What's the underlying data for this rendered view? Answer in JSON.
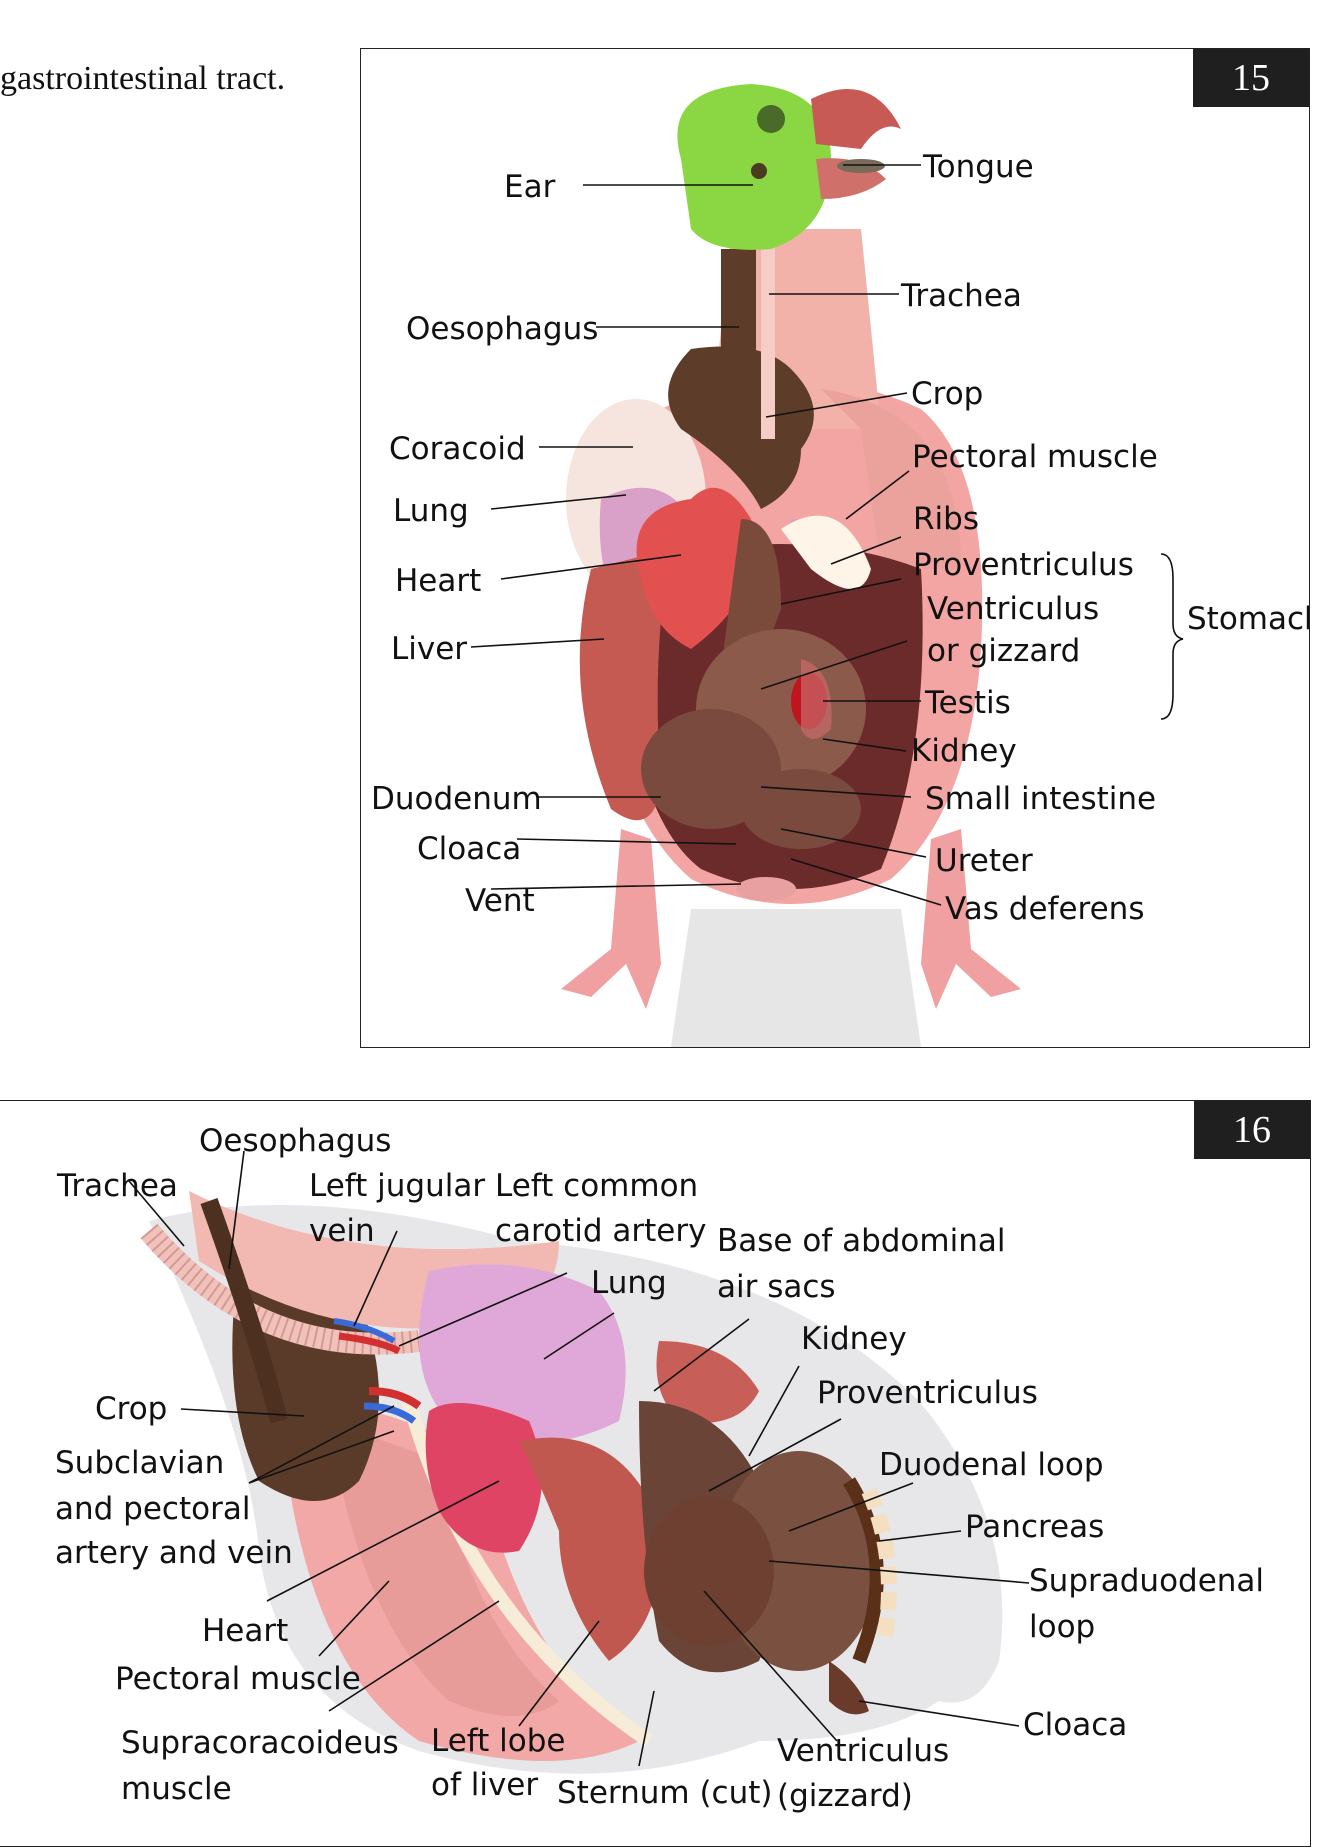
{
  "caption": "gastrointestinal tract.",
  "figure15": {
    "number": "15",
    "labels": {
      "ear": "Ear",
      "tongue": "Tongue",
      "trachea": "Trachea",
      "oesophagus": "Oesophagus",
      "crop": "Crop",
      "coracoid": "Coracoid",
      "pectoral_muscle": "Pectoral muscle",
      "lung": "Lung",
      "ribs": "Ribs",
      "heart": "Heart",
      "proventriculus": "Proventriculus",
      "ventriculus_1": "Ventriculus",
      "ventriculus_2": "or gizzard",
      "stomach": "Stomach",
      "liver": "Liver",
      "testis": "Testis",
      "kidney": "Kidney",
      "duodenum": "Duodenum",
      "small_intestine": "Small intestine",
      "cloaca": "Cloaca",
      "ureter": "Ureter",
      "vent": "Vent",
      "vas_deferens": "Vas deferens"
    }
  },
  "figure16": {
    "number": "16",
    "labels": {
      "oesophagus": "Oesophagus",
      "trachea": "Trachea",
      "left_jugular_1": "Left jugular",
      "left_jugular_2": "vein",
      "left_common_1": "Left common",
      "left_common_2": "carotid artery",
      "base_abdominal_1": "Base of abdominal",
      "base_abdominal_2": "air sacs",
      "lung": "Lung",
      "kidney": "Kidney",
      "crop": "Crop",
      "proventriculus": "Proventriculus",
      "subclavian_1": "Subclavian",
      "subclavian_2": "and pectoral",
      "subclavian_3": "artery and vein",
      "duodenal_loop": "Duodenal loop",
      "pancreas": "Pancreas",
      "supraduodenal_1": "Supraduodenal",
      "supraduodenal_2": "loop",
      "heart": "Heart",
      "pectoral_muscle": "Pectoral muscle",
      "cloaca": "Cloaca",
      "supracoracoideus_1": "Supracoracoideus",
      "supracoracoideus_2": "muscle",
      "left_lobe_1": "Left lobe",
      "left_lobe_2": "of liver",
      "ventriculus_1": "Ventriculus",
      "ventriculus_2": "(gizzard)",
      "sternum": "Sternum (cut)"
    }
  }
}
